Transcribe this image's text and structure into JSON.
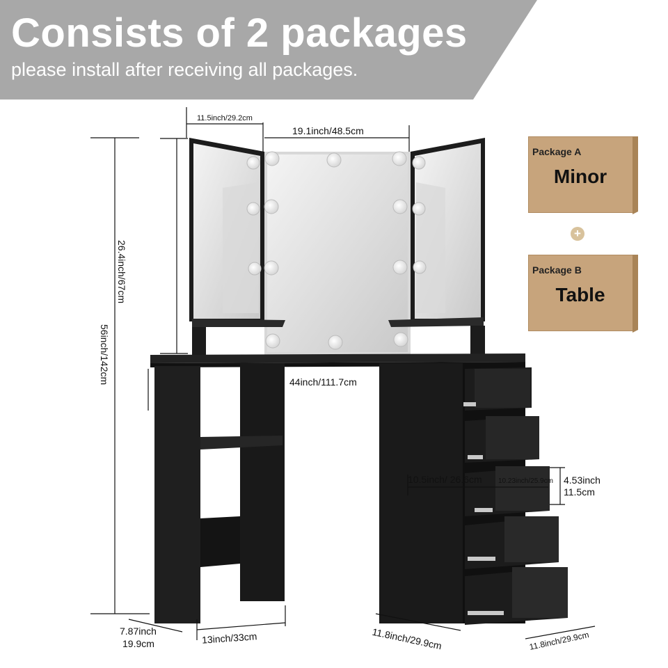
{
  "banner": {
    "title": "Consists of 2 packages",
    "subtitle": "please install after receiving all packages."
  },
  "packages": [
    {
      "label": "Package A",
      "item": "Minor"
    },
    {
      "label": "Package B",
      "item": "Table"
    }
  ],
  "plus_symbol": "+",
  "dimensions": {
    "side_mirror_width": "11.5inch/29.2cm",
    "center_mirror_width": "19.1inch/48.5cm",
    "mirror_height": "26.4inch/67cm",
    "total_height": "56inch/142cm",
    "table_width": "44inch/111.7cm",
    "drawer_width": "10.5inch/ 26.6cm",
    "drawer_inner_width": "10.23inch/25.9cm",
    "drawer_height_in": "4.53inch",
    "drawer_height_cm": "11.5cm",
    "leg_depth_in": "7.87inch",
    "leg_depth_cm": "19.9cm",
    "leg_width": "13inch/33cm",
    "cabinet_depth_left": "11.8inch/29.9cm",
    "cabinet_depth_right": "11.8inch/29.9cm"
  },
  "colors": {
    "banner": "#a8a8a8",
    "furniture": "#1c1c1c",
    "box": "#c7a47c"
  }
}
